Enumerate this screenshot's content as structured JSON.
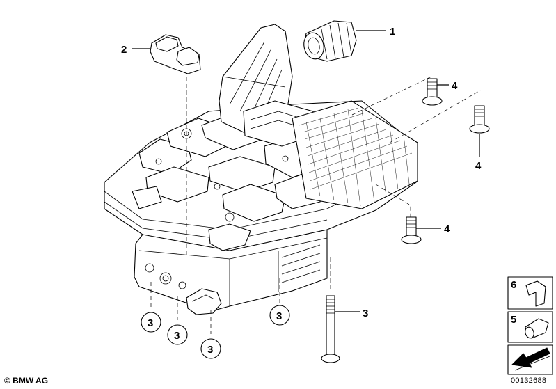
{
  "callouts": {
    "c1": "1",
    "c2": "2",
    "c3a": "3",
    "c3b": "3",
    "c3c": "3",
    "c3d": "3",
    "c3e": "3",
    "c4a": "4",
    "c4b": "4",
    "c4c": "4",
    "c5": "5",
    "c6": "6"
  },
  "footer": {
    "copyright": "© BMW AG",
    "drawing_number": "00132688"
  }
}
